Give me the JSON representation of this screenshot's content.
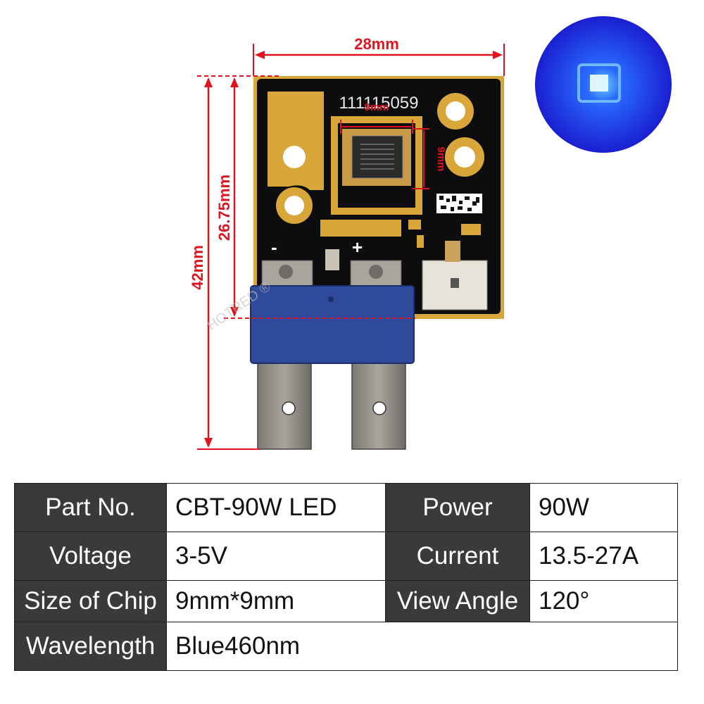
{
  "figure": {
    "dim_width": "28mm",
    "dim_total_height": "42mm",
    "dim_board_height": "26.75mm",
    "dim_chip_width": "9mm",
    "dim_chip_height": "9mm",
    "serial": "111115059",
    "polarity_minus": "-",
    "polarity_plus": "+",
    "watermark": "HOTRED ®",
    "colors": {
      "dimension": "#e0141e",
      "board": "#0d0d0f",
      "gold": "#d9a63a",
      "connector": "#2f4a9b",
      "glow": "#1a2fd8"
    }
  },
  "specs": {
    "rows": [
      {
        "label1": "Part No.",
        "value1": "CBT-90W LED",
        "label2": "Power",
        "value2": "90W"
      },
      {
        "label1": "Voltage",
        "value1": "3-5V",
        "label2": "Current",
        "value2": "13.5-27A"
      },
      {
        "label1": "Size of Chip",
        "value1": "9mm*9mm",
        "label2": "View Angle",
        "value2": "120°"
      }
    ],
    "last_row": {
      "label": "Wavelength",
      "value": "Blue460nm"
    }
  }
}
